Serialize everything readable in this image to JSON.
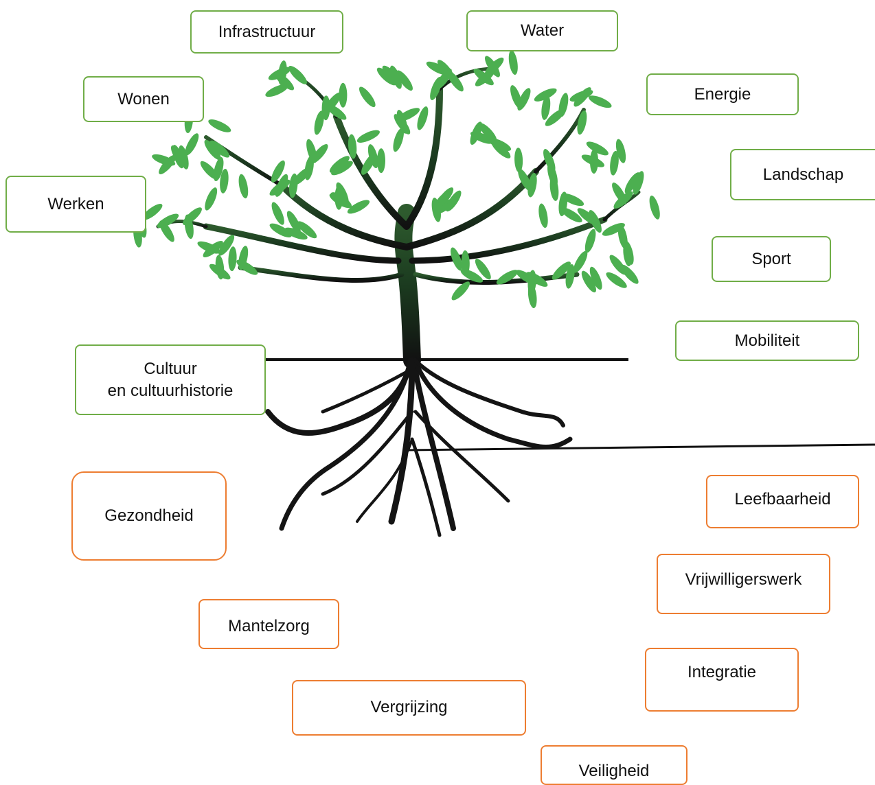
{
  "colors": {
    "green_border": "#70ad47",
    "orange_border": "#ed7d31",
    "leaf": "#4caf50",
    "trunk": "#1b3a1f"
  },
  "illustration": {
    "icon": "tree-with-roots-icon"
  },
  "above_ground": [
    "Infrastructuur",
    "Water",
    "Wonen",
    "Energie",
    "Werken",
    "Landschap",
    "Sport",
    "Mobiliteit"
  ],
  "culture": {
    "line1": "Cultuur",
    "line2": "en cultuurhistorie"
  },
  "below_ground": [
    "Gezondheid",
    "Leefbaarheid",
    "Vrijwilligerswerk",
    "Mantelzorg",
    "Integratie",
    "Vergrijzing",
    "Veiligheid"
  ]
}
